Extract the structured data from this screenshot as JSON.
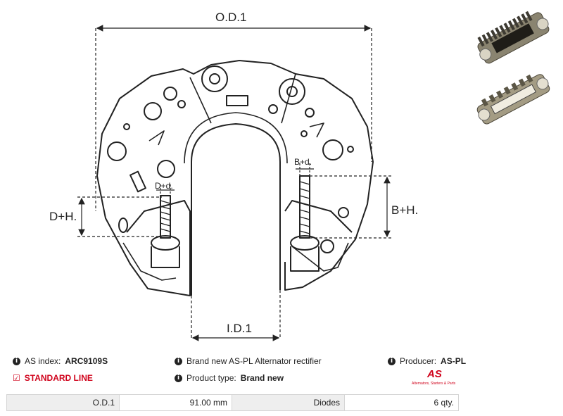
{
  "diagram": {
    "od_label": "O.D.1",
    "id_label": "I.D.1",
    "dh_label": "D+H.",
    "bh_label": "B+H.",
    "dd_label": "D+d.",
    "bd_label": "B+d."
  },
  "info": {
    "as_index_label": "AS index:",
    "as_index_value": "ARC9109S",
    "description": "Brand new AS-PL Alternator rectifier",
    "producer_label": "Producer:",
    "producer_value": "AS-PL",
    "line_label": "STANDARD LINE",
    "product_type_label": "Product type:",
    "product_type_value": "Brand new"
  },
  "logo": {
    "mark": "AS",
    "tagline": "Alternators, Starters & Parts"
  },
  "specs": [
    {
      "label": "O.D.1",
      "value": "91.00 mm"
    },
    {
      "label": "Diodes",
      "value": "6 qty."
    }
  ],
  "colors": {
    "accent": "#d0021b",
    "table_label_bg": "#eeeeee"
  }
}
